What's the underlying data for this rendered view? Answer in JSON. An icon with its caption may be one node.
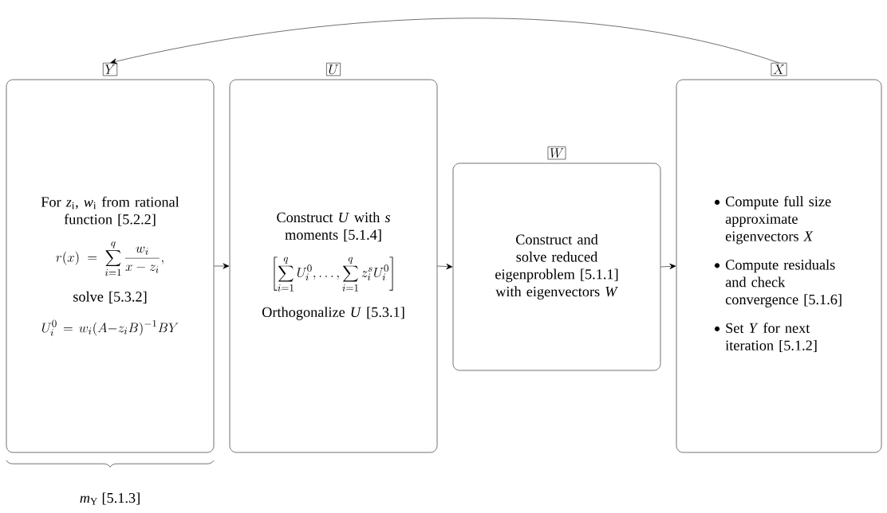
{
  "diagram": {
    "nodes": [
      {
        "text": [
          "Y",
          "For *z*$_{i}$, *w*$_{i}$ from rational function [5.2.2]",
          "r(x)=\\sum_{i=1}^{q}\\frac{w_i}{x-z_i},",
          "solve [5.3.2]",
          "U_i^0=w_i(A{-}z_iB)^{-1}BY"
        ]
      },
      {
        "text": [
          "U",
          "Construct *U* with *s* moments [5.1.4]",
          "\\left[\\sum_{i=1}^{q}U_i^0,\\ldots,\\sum_{i=1}^{q}z_i^sU_i^0\\right]",
          "Orthogonalize *U* [5.3.1]"
        ]
      },
      {
        "text": [
          "W",
          "Construct and solve reduced eigenproblem [5.1.1] with eigenvectors *W*"
        ]
      },
      {
        "text": [
          "X",
          "Compute full size approximate eigenvectors *X*",
          "Compute residuals and check convergence [5.1.6]",
          "Set *Y* for next iteration [5.1.2]"
        ]
      }
    ],
    "edges": [
      {
        "from": 0,
        "to": 1,
        "arrow": "to"
      },
      {
        "from": 1,
        "to": 2,
        "arrow": "to"
      },
      {
        "from": 2,
        "to": 3,
        "arrow": "to"
      },
      {
        "from": 3,
        "to": 0,
        "arrow": "to"
      }
    ],
    "labels": [
      "*m*$_{Y}$ [5.1.3]"
    ]
  }
}
